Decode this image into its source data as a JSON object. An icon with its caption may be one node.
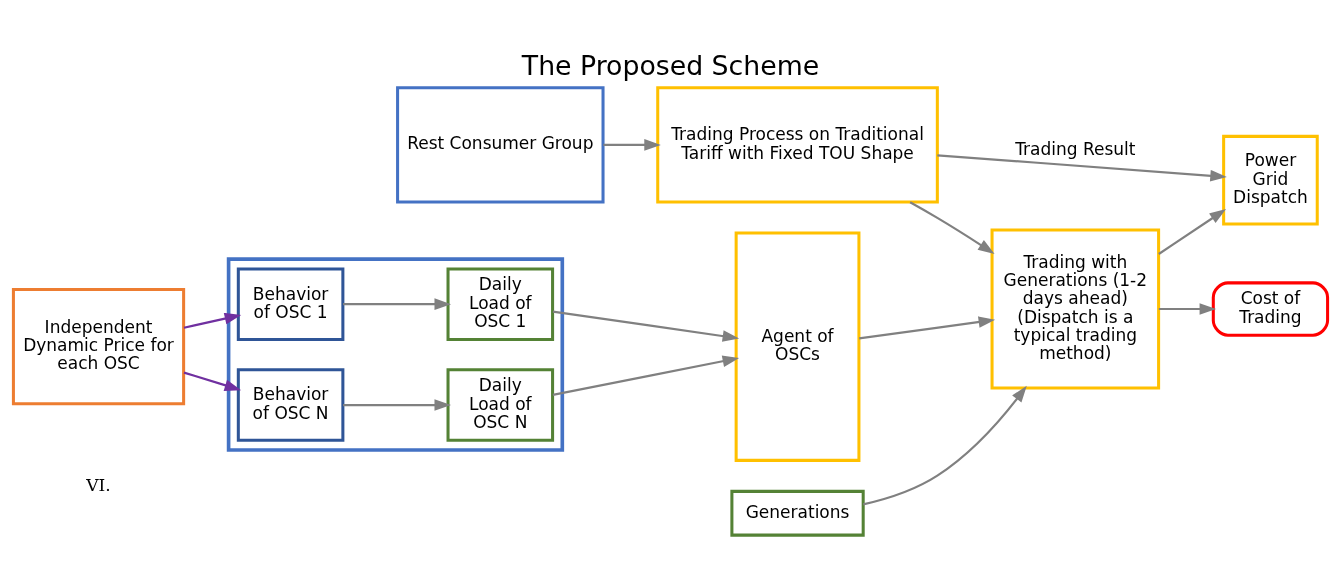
{
  "diagram": {
    "title": "The Proposed Scheme",
    "nodes": [
      {
        "text": [
          "Rest Consumer Group"
        ]
      },
      {
        "text": [
          "Trading Process on Traditional Tariff with Fixed TOU Shape"
        ]
      },
      {
        "text": [
          "Power Grid Dispatch"
        ]
      },
      {
        "text": [
          "Independent Dynamic Price for each OSC"
        ]
      },
      {
        "text": [],
        "shape": "box"
      },
      {
        "text": [
          "Behavior of OSC 1"
        ],
        "in": 4
      },
      {
        "text": [
          "Daily Load of OSC 1"
        ],
        "in": 4
      },
      {
        "text": [
          "Behavior of OSC N"
        ],
        "in": 4
      },
      {
        "text": [
          "Daily Load of OSC N"
        ],
        "in": 4
      },
      {
        "text": [
          "Agent of OSCs"
        ]
      },
      {
        "text": [
          "Trading with Generations (1-2 days ahead) (Dispatch is a typical trading method)"
        ]
      },
      {
        "text": [
          "Cost of Trading"
        ]
      },
      {
        "text": [
          "Generations"
        ]
      }
    ],
    "edges": [
      {
        "from": 0,
        "to": 1,
        "arrow": "to"
      },
      {
        "from": 1,
        "to": 2,
        "arrow": "to",
        "label": "Trading Result"
      },
      {
        "from": 1,
        "to": 10,
        "arrow": "to"
      },
      {
        "from": 3,
        "to": 5,
        "arrow": "to",
        "color": "#7030a0"
      },
      {
        "from": 3,
        "to": 7,
        "arrow": "to",
        "color": "#7030a0"
      },
      {
        "from": 5,
        "to": 6,
        "arrow": "to"
      },
      {
        "from": 7,
        "to": 8,
        "arrow": "to"
      },
      {
        "from": 6,
        "to": 9,
        "arrow": "to"
      },
      {
        "from": 8,
        "to": 9,
        "arrow": "to"
      },
      {
        "from": 9,
        "to": 10,
        "arrow": "to"
      },
      {
        "from": 10,
        "to": 2,
        "arrow": "to"
      },
      {
        "from": 10,
        "to": 11,
        "arrow": "to"
      },
      {
        "from": 12,
        "to": 10,
        "arrow": "to"
      }
    ],
    "labels": [
      "VI."
    ]
  }
}
